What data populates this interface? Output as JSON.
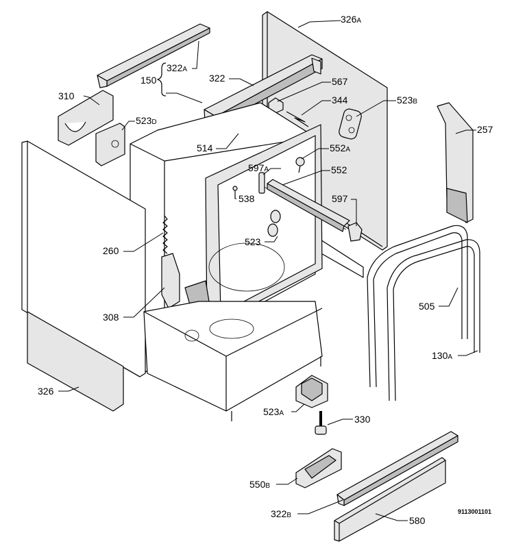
{
  "labels": {
    "l326a": {
      "num": "326",
      "suffix": "A"
    },
    "l322a": {
      "num": "322",
      "suffix": "A"
    },
    "l150": {
      "num": "150",
      "suffix": ""
    },
    "l322": {
      "num": "322",
      "suffix": ""
    },
    "l567": {
      "num": "567",
      "suffix": ""
    },
    "l310": {
      "num": "310",
      "suffix": ""
    },
    "l344": {
      "num": "344",
      "suffix": ""
    },
    "l523b": {
      "num": "523",
      "suffix": "B"
    },
    "l257": {
      "num": "257",
      "suffix": ""
    },
    "l523d": {
      "num": "523",
      "suffix": "D"
    },
    "l514": {
      "num": "514",
      "suffix": ""
    },
    "l552a": {
      "num": "552",
      "suffix": "A"
    },
    "l597a": {
      "num": "597",
      "suffix": "A"
    },
    "l552": {
      "num": "552",
      "suffix": ""
    },
    "l538": {
      "num": "538",
      "suffix": ""
    },
    "l597": {
      "num": "597",
      "suffix": ""
    },
    "l260": {
      "num": "260",
      "suffix": ""
    },
    "l523": {
      "num": "523",
      "suffix": ""
    },
    "l505": {
      "num": "505",
      "suffix": ""
    },
    "l308": {
      "num": "308",
      "suffix": ""
    },
    "l130a": {
      "num": "130",
      "suffix": "A"
    },
    "l326": {
      "num": "326",
      "suffix": ""
    },
    "l523a": {
      "num": "523",
      "suffix": "A"
    },
    "l330": {
      "num": "330",
      "suffix": ""
    },
    "l550b": {
      "num": "550",
      "suffix": "B"
    },
    "l322b": {
      "num": "322",
      "suffix": "B"
    },
    "l580": {
      "num": "580",
      "suffix": ""
    }
  },
  "document_number": "9113001101"
}
